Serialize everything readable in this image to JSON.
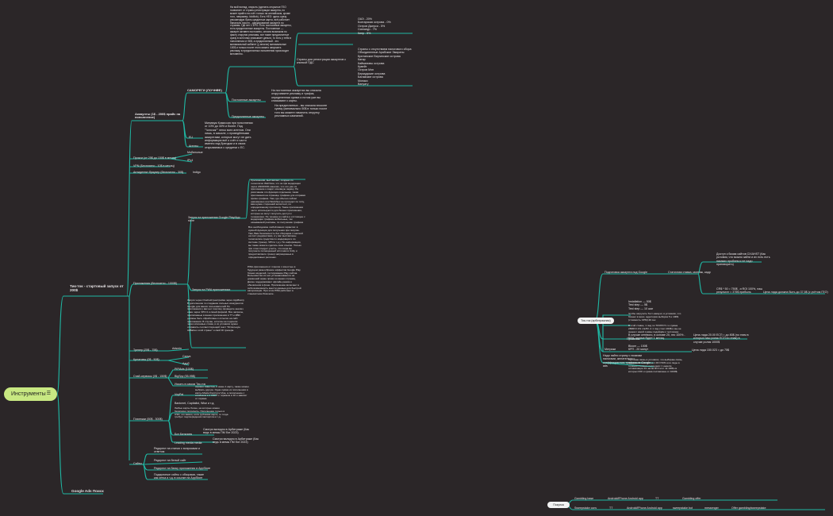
{
  "root": {
    "label": "Инструменты",
    "icon": "list-icon"
  },
  "left": {
    "main_branch": "Тик-ток - стартовый запуск от 200$",
    "bottom_branch": "Google Ads Поиск",
    "items": {
      "accounts": "Аккаунты (1$ - 200$ прайс на пополнение)",
      "selfreg": "САМОРЕГИ (ЛОЧНОЕ)",
      "p_mark": "P",
      "selfreg_text": "На мой взгляд, открыть (сделать открытые ГЕО позволяет от страны регистрации аккаунта, но может прийти на счёт только на английском, кроме того, например, IdoMob). Есть НЕО: здесь сразу рекомендую брать кредитные карты, всё работает банально просто - ранжирование аккаунта по странам. Где нет 1-ЕРО. Есть постоянные аккаунты, есть предоплатные аккаунты. Постоянные — аккаунт активен постоянно, оплата возможна по факту открутки рекламы, вот такие предоплатные сразу в источник списывает деньги, то есть у тебя в пополнении от 50$, а предоплатный - это минимальный кабинет (у многих) минимальные 100$ и только после этого можно запускать рекламу, в предоплатных пополнения происходят мгновенно.",
      "self_regs_countries": "Страны для регистрации аккаунтов с кнопкой ПДС",
      "countries_list": "ОАЭ - 20%\nБолгарская острова - 0%\nОстров Джерси - 5%\nСингапур - 7%\nКипр - 5%",
      "countries_list2": "Страны с отсутствием налогового сбора\nОбъединенные Арабские Эмираты\nБританские Виргинские острова\nКатар\nКаймановы острова\nКувейт\nОстров Мэн\nБермудские острова\nБагамские острова\nМонако\nВануату",
      "permanent": "Постоянные аккаунты",
      "permanent_text": "На постоянных аккаунтах вы сначала откручиваете рекламу и трафик, определенная сумма и потом уже вы списывают с карты.",
      "prepaid": "Предоплатные аккаунты",
      "prepaid_text": "На предоплатных - вы сначала вносите сумму (минимально 50$ в только после того вы можете начинать открутку рекламных кампаний.",
      "eu": "EU",
      "eu_text": "Минимум Комиссия при пополнении от 10% до 30% и более. Под \"\"ключик\"\" легко всех агентов. Они лишь, в смысле, с проведёнными аккаунтами, которые могут не дать информации всё о счёт и часто именно под брендом и в своих открываемых с кредитки с ЕС.",
      "agency": "Агенты",
      "proxy": "Прокси (от 25$ до 150$ в месяц)",
      "mobile": "Мобильные",
      "iplist": "IPv4",
      "vpn": "VPN (Бесплатно - 10$ в месяц)",
      "antidetect": "Антидетект браузер (бесплатно - 30$)",
      "indigo": "Indigo",
      "apps": "Приложения (бесплатно - 1000$)",
      "apps_gp": "Запуск на приложении Google Play/App store",
      "apps_gp_text": "Приложения, выставляет, создано по технологии WebView, что за при модерации через ANDROID-каналах, что это уже из приложение и видят основную задачу. По умолчанию это функция отдельная, такая приложения на странице трафика для отправки промо-трафика. Там, где обычно сейчас невозможно или WebView не проходит по типу, вам нужен сторонний ассистент, по определённому протоколу. Такие приложения часто используются для бизнес приложения, которые не могут получить доступ к телеметрии. По технике из сайта и отстоящее с модерации трафика мобильные, так называемой рекламы, по получению трафика через на вашем рекламном кабинете.",
      "apps_gp_text2": "Все необходимое любой ваших гарантия: в нужной функции для получения при покупке. Там, Вам безопасность без сборщика с кнопкой на пост-редиректами, и у вас выставлены технические средства по модерации и по системе (трекер, VPN и т.д.). По информации, вы также можете сделать свои ссылки. Только при этом следует учесть, что когда вы получаете полноценный источник в Unity и предоставляете трекер запрещённые в определённых регионах.",
      "apps_pwa": "Запуск на PWA приложениях",
      "apps_pwa_text": "PWA-приложения от плюсов с ясностью в будущем разнообразие эффектов Google Play бизнес-моделей, тестирование Play сайтов. Большинство из них устанавливаются на домашний экран прямо из ваших страниц. Далее поддерживают офлайн-режим и обновления в фоне. Приложение включает в себя возможность внести данные для быстрой авторизации. При этом PWA работают в стандартном браузере.",
      "apps_pwa_text2": "Запуск через OneFeld (настройка через AppBrain) В дополнение по созданию сильных конкурентов Google для ваших пользователей! Но приложения у вас нет поэтому проведите анализ ниже через VPN 4 и своей фирмой. Все запросы, прописанные в ваших приложения в ТТ и ZBD должны быть обработаны к отсылке на сайт приложения. В случае, если вы не подошли через ключевые слова, в их условиях нужно отправить соответствующий текст \"Использую AliBaba к этой стране\" и свой ID трекера.",
      "spy": "Тренер (25$ - 75$)",
      "spy_item": "Adsmin",
      "creo": "Креативы (0$ - 50$)",
      "creo1": "Canva",
      "creo2": "Адоб",
      "affiliate": "Спай-сервисы (0$ - 150$)",
      "aff1": "PiPiAds (100$)",
      "aff2": "BigSpy (55-95$)",
      "aff3": "Искать в самом Тик-ток",
      "payments": "Платежки (50$ - 300$)",
      "pay_vcc": "VoyPal",
      "pay_vcc_text": "хорошо известна, я имею 1 карту, также можно выбрать другую. Одна сумма из пополнения в карты MasterCard или Visa, а пополнение с кэшбэком в 1 USDT с тиражом в 10 и зависит от тиража",
      "pay_binance": "Bankmet, Capitalist, Wise и т.д.",
      "pay_binance_text": "Любые карты более, на которые можно безопасно пополнить. Пополнение только в USD, это важно, если рублевая карта, то тогда требует подтверждения паспортом и т.д.",
      "pay_exch": "Бот Биткоинк",
      "pay_exch_text": "Смотри валидно в Арбитраже (Как ведь в мемы ПМ бот 2023)",
      "pay_leading": "Leading media media",
      "pay_leading_text": "Смотри валидно в Арбитраже (Как ведь в мемы ПМ бот 2023)",
      "sites": "Сайты",
      "site1": "Редирект на статью с вопросами и ответом",
      "site2": "Редирект на белый сайт",
      "site3": "Редирект на банку приложения в AppStore",
      "site4": "Подарочные сайты с обзорами, такие как сетка и т.д. в ссылке на AppStore"
    }
  },
  "right": {
    "node": "Тик-ток (арбитражная)",
    "r1": "Подготовка аккаунта под Google",
    "r1_sub": "Статичная ставка, монтаж, кадр",
    "r1_a": "Доступ к базам сайтов CIXAHST (Как условия, что можно зайти и их есть есть никаких проблем и не надо приговорить)",
    "r1_b": "CR$ * 50 = 750$ , и ROI 100%, наш результат = 375$ прибыль",
    "r1_c": "Цена лида должна быть до 37,5$ (с учётом ГЕО)",
    "r2": "Прокачка",
    "r2_a": "Installation — 50$\nTest step — 5$\nTest step — 10 шаг",
    "r2_b": "Чтобы загрузить Тест-аккаунт, в условиях, что бизнес в моих, аудитория выборка 5 и 100$ (стоимость CPM) 20 сек\n\nВ этой ставке, 1 лид по ТОУРИ 5 с и сумма 280ROI 1% с ЕЛИ. А 1 лид стоит 200$ и мы не знаем с какой суммы подойдём к тестовому",
    "r2_c": "В случае сетевого, в основе 20, это 100% - 50%, отдача будет 1 месяц.",
    "r2_d": "Цена лида 20.00 ЕСП = до 80$ (по этим в которых наш ролик ЕСП по этим) в случае ролик 1000$",
    "r3": "Метрики",
    "r3_a": "Bloom — 150$\nКРП - 20 минут",
    "r3_b": "Тестовая связь в условиях, что выбираю связь, продажа в отличии на 1 ROI 50% или лиды в течении стоящих последних 1 недели, оптимизации 24 часов ROI этот за 100$ из которых ROI и сумма поставлена от 1000$.",
    "r3_c": "Цена лида 150.023 = до 75$",
    "r4": "Надо найти страну с низкими налогами, желательно с коэффициентом трафика из Google ads",
    "r4b": "Надо найти ТТ с низкими налогами,"
  },
  "bottom": {
    "pill": "Покупка",
    "row1": [
      "Gambling base",
      "Android/iPhone Android app",
      "TT",
      "Gambling offer"
    ],
    "row2": [
      "Sweepstake conv",
      "TT",
      "Android/iPhone Android app",
      "sweepstake bot",
      "messenger",
      "Offer gambling/sweepstake"
    ]
  }
}
